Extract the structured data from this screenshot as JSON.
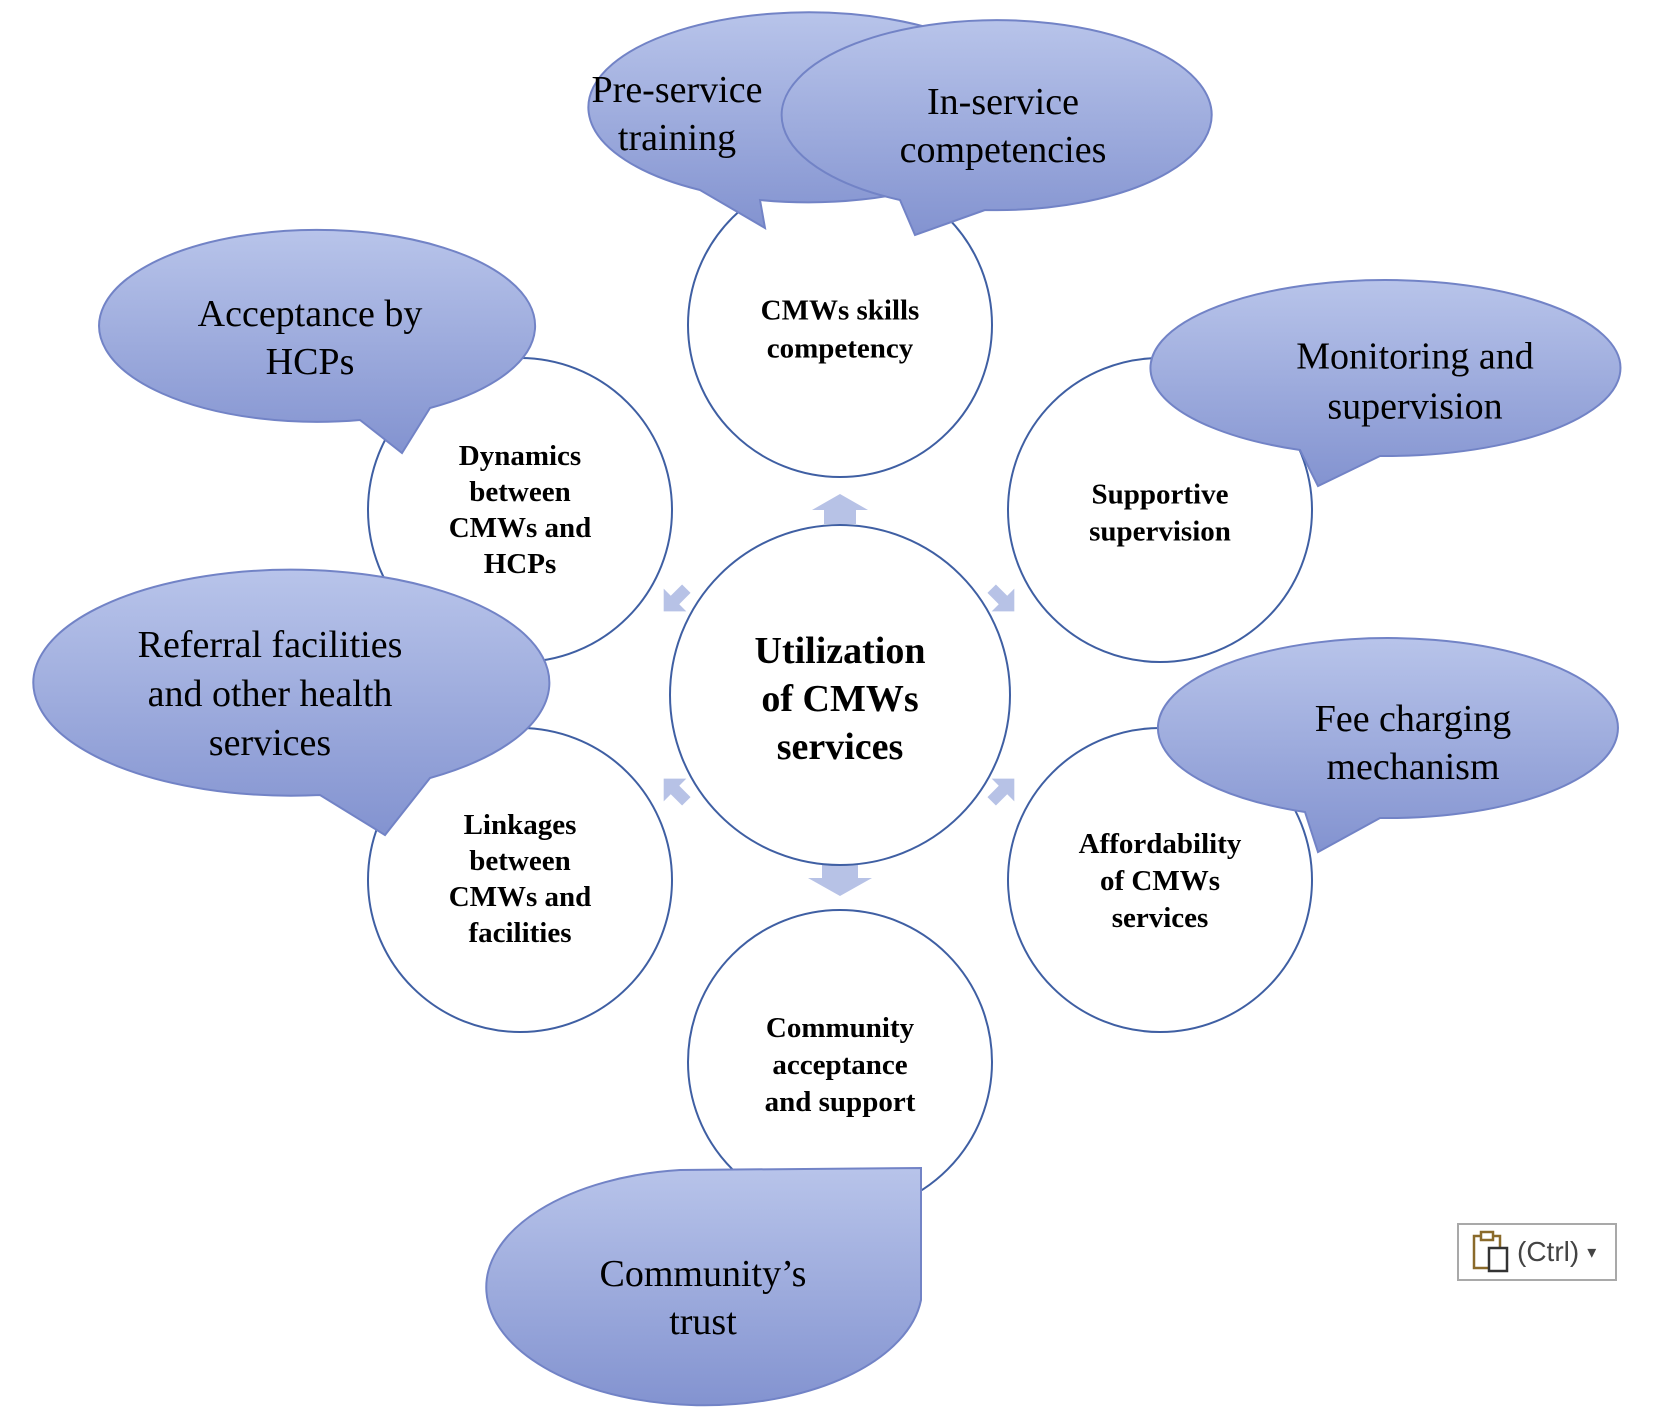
{
  "colors": {
    "bubble_fill_light": "#b3c0e8",
    "bubble_fill_dark": "#8696d2",
    "bubble_stroke": "#7283c6",
    "circle_stroke": "#3f5fa3",
    "arrow_fill": "#b7c2e6"
  },
  "center": {
    "lines": [
      "Utilization",
      "of CMWs",
      "services"
    ]
  },
  "factors": {
    "skills": {
      "lines": [
        "CMWs skills",
        "competency"
      ]
    },
    "supervision": {
      "lines": [
        "Supportive",
        "supervision"
      ]
    },
    "affordability": {
      "lines": [
        "Affordability",
        "of CMWs",
        "services"
      ]
    },
    "community": {
      "lines": [
        "Community",
        "acceptance",
        "and support"
      ]
    },
    "linkages": {
      "lines": [
        "Linkages",
        "between",
        "CMWs and",
        "facilities"
      ]
    },
    "dynamics": {
      "lines": [
        "Dynamics",
        "between",
        "CMWs and",
        "HCPs"
      ]
    }
  },
  "callouts": {
    "pre_service": {
      "lines": [
        "Pre-service",
        "training"
      ]
    },
    "in_service": {
      "lines": [
        "In-service",
        "competencies"
      ]
    },
    "acceptance_hcps": {
      "lines": [
        "Acceptance by",
        "HCPs"
      ]
    },
    "monitoring": {
      "lines": [
        "Monitoring and",
        "supervision"
      ]
    },
    "referral": {
      "lines": [
        "Referral facilities",
        "and other health",
        "services"
      ]
    },
    "fee": {
      "lines": [
        "Fee charging",
        "mechanism"
      ]
    },
    "trust": {
      "lines": [
        "Community’s",
        "trust"
      ]
    }
  },
  "paste_options": {
    "label": "(Ctrl)",
    "icon": "clipboard-icon",
    "dropdown_icon": "chevron-down-icon"
  }
}
